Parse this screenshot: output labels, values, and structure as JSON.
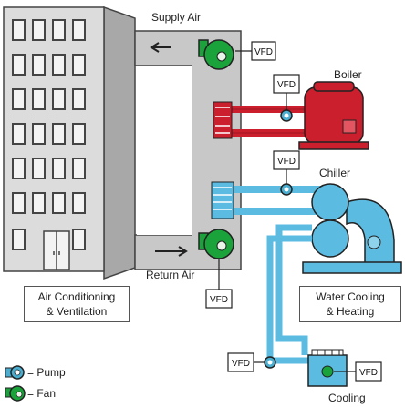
{
  "labels": {
    "supply_air": "Supply Air",
    "return_air": "Return Air",
    "boiler": "Boiler",
    "chiller": "Chiller",
    "cooling": "Cooling",
    "vfd": "VFD",
    "ac_line1": "Air Conditioning",
    "ac_line2": "& Ventilation",
    "water_line1": "Water Cooling",
    "water_line2": "& Heating"
  },
  "legend": {
    "pump": "= Pump",
    "fan": "= Fan"
  },
  "colors": {
    "building": "#d9d9d9",
    "duct": "#c8c8c8",
    "fan": "#1aa33a",
    "pump": "#4aaed0",
    "water": "#5bbbe0",
    "heating": "#cc1f2e",
    "outline": "#444444"
  }
}
